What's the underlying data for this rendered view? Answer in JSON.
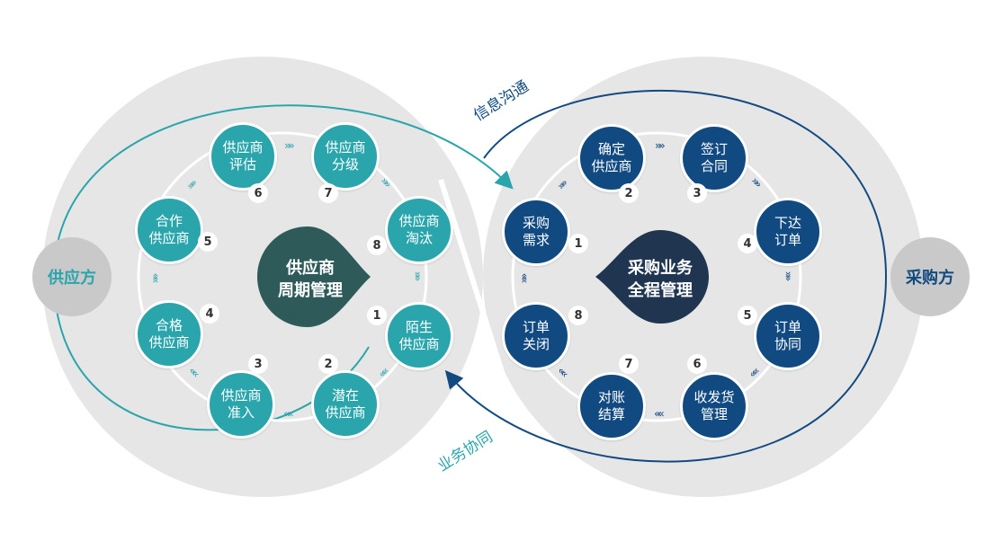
{
  "colors": {
    "teal": "#2aa5ab",
    "navy": "#114a80",
    "dark_teal": "#2f5a5a",
    "dark_navy": "#1f3550",
    "gray_bg": "#e6e6e6",
    "side_gray": "#c9c9c9"
  },
  "left_side_label": "供应方",
  "right_side_label": "采购方",
  "top_band_label": "信息沟通",
  "bottom_band_label": "业务协同",
  "left_center": {
    "line1": "供应商",
    "line2": "周期管理"
  },
  "right_center": {
    "line1": "采购业务",
    "line2": "全程管理"
  },
  "left_steps": [
    {
      "num": "1",
      "line1": "陌生",
      "line2": "供应商"
    },
    {
      "num": "2",
      "line1": "潜在",
      "line2": "供应商"
    },
    {
      "num": "3",
      "line1": "供应商",
      "line2": "准入"
    },
    {
      "num": "4",
      "line1": "合格",
      "line2": "供应商"
    },
    {
      "num": "5",
      "line1": "合作",
      "line2": "供应商"
    },
    {
      "num": "6",
      "line1": "供应商",
      "line2": "评估"
    },
    {
      "num": "7",
      "line1": "供应商",
      "line2": "分级"
    },
    {
      "num": "8",
      "line1": "供应商",
      "line2": "淘汰"
    }
  ],
  "right_steps": [
    {
      "num": "1",
      "line1": "采购",
      "line2": "需求"
    },
    {
      "num": "2",
      "line1": "确定",
      "line2": "供应商"
    },
    {
      "num": "3",
      "line1": "签订",
      "line2": "合同"
    },
    {
      "num": "4",
      "line1": "下达",
      "line2": "订单"
    },
    {
      "num": "5",
      "line1": "订单",
      "line2": "协同"
    },
    {
      "num": "6",
      "line1": "收发货",
      "line2": "管理"
    },
    {
      "num": "7",
      "line1": "对账",
      "line2": "结算"
    },
    {
      "num": "8",
      "line1": "订单",
      "line2": "关闭"
    }
  ]
}
